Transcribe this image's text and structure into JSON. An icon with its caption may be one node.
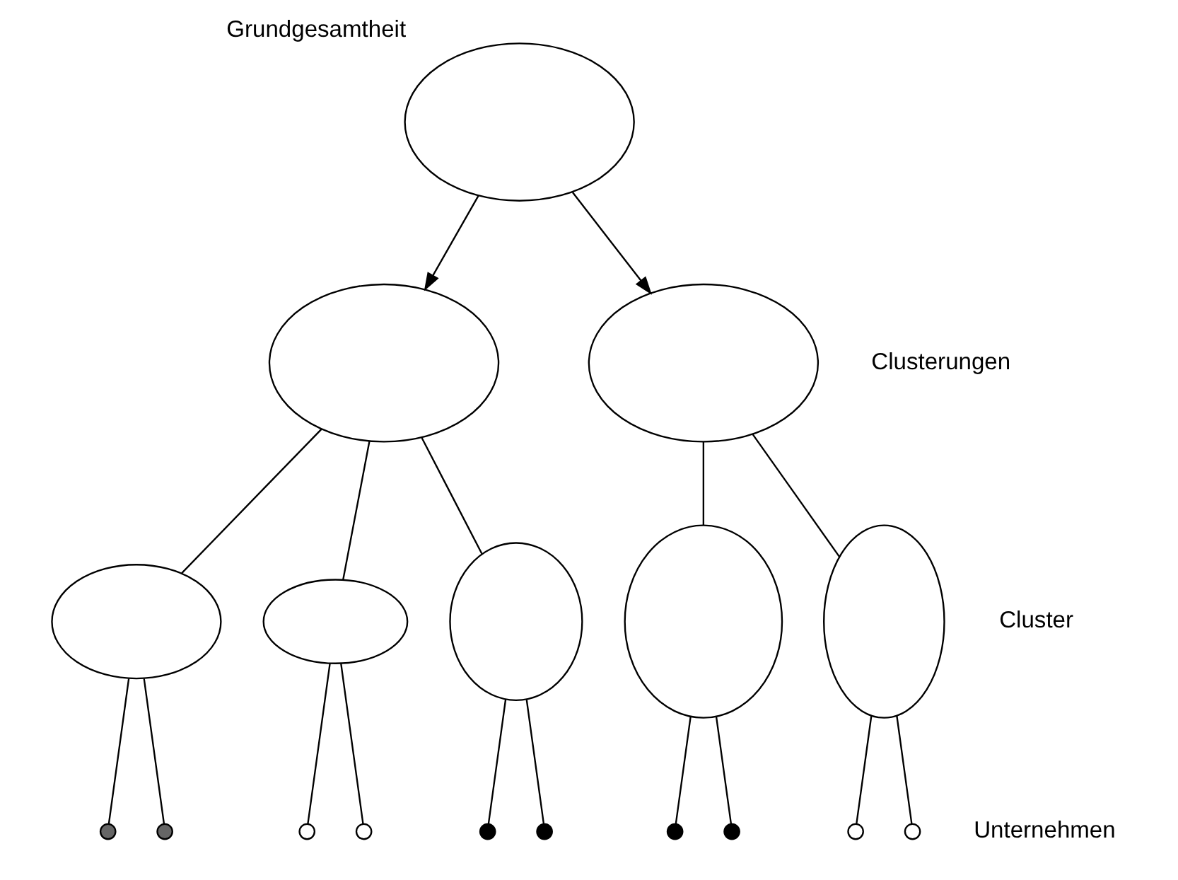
{
  "diagram": {
    "nodes": [
      {
        "text": [
          "Grundgesamtheit"
        ]
      },
      {
        "text": [],
        "shape": "ellipse"
      },
      {
        "text": [],
        "shape": "ellipse"
      },
      {
        "text": [],
        "shape": "ellipse"
      },
      {
        "text": [],
        "shape": "ellipse"
      },
      {
        "text": [],
        "shape": "ellipse"
      },
      {
        "text": [],
        "shape": "ellipse"
      },
      {
        "text": [],
        "shape": "ellipse"
      },
      {
        "text": [],
        "shape": "circle"
      },
      {
        "text": [],
        "shape": "circle"
      },
      {
        "text": [],
        "shape": "circle"
      },
      {
        "text": [],
        "shape": "circle"
      },
      {
        "text": [],
        "shape": "circle"
      },
      {
        "text": [],
        "shape": "circle"
      },
      {
        "text": [],
        "shape": "circle"
      },
      {
        "text": [],
        "shape": "circle"
      },
      {
        "text": [],
        "shape": "circle"
      },
      {
        "text": [],
        "shape": "circle"
      }
    ],
    "edges": [
      {
        "from": 0,
        "to": 1,
        "arrow": "to"
      },
      {
        "from": 0,
        "to": 2,
        "arrow": "to"
      },
      {
        "from": 1,
        "to": 3,
        "arrow": "none"
      },
      {
        "from": 1,
        "to": 4,
        "arrow": "none"
      },
      {
        "from": 1,
        "to": 5,
        "arrow": "none"
      },
      {
        "from": 2,
        "to": 6,
        "arrow": "none"
      },
      {
        "from": 2,
        "to": 7,
        "arrow": "none"
      },
      {
        "from": 3,
        "to": 8,
        "arrow": "none"
      },
      {
        "from": 3,
        "to": 9,
        "arrow": "none"
      },
      {
        "from": 4,
        "to": 10,
        "arrow": "none"
      },
      {
        "from": 4,
        "to": 11,
        "arrow": "none"
      },
      {
        "from": 5,
        "to": 12,
        "arrow": "none"
      },
      {
        "from": 5,
        "to": 13,
        "arrow": "none"
      },
      {
        "from": 6,
        "to": 14,
        "arrow": "none"
      },
      {
        "from": 6,
        "to": 15,
        "arrow": "none"
      },
      {
        "from": 7,
        "to": 16,
        "arrow": "none"
      },
      {
        "from": 7,
        "to": 17,
        "arrow": "none"
      }
    ],
    "labels": [
      "Clusterungen",
      "Cluster",
      "Unternehmen"
    ]
  }
}
